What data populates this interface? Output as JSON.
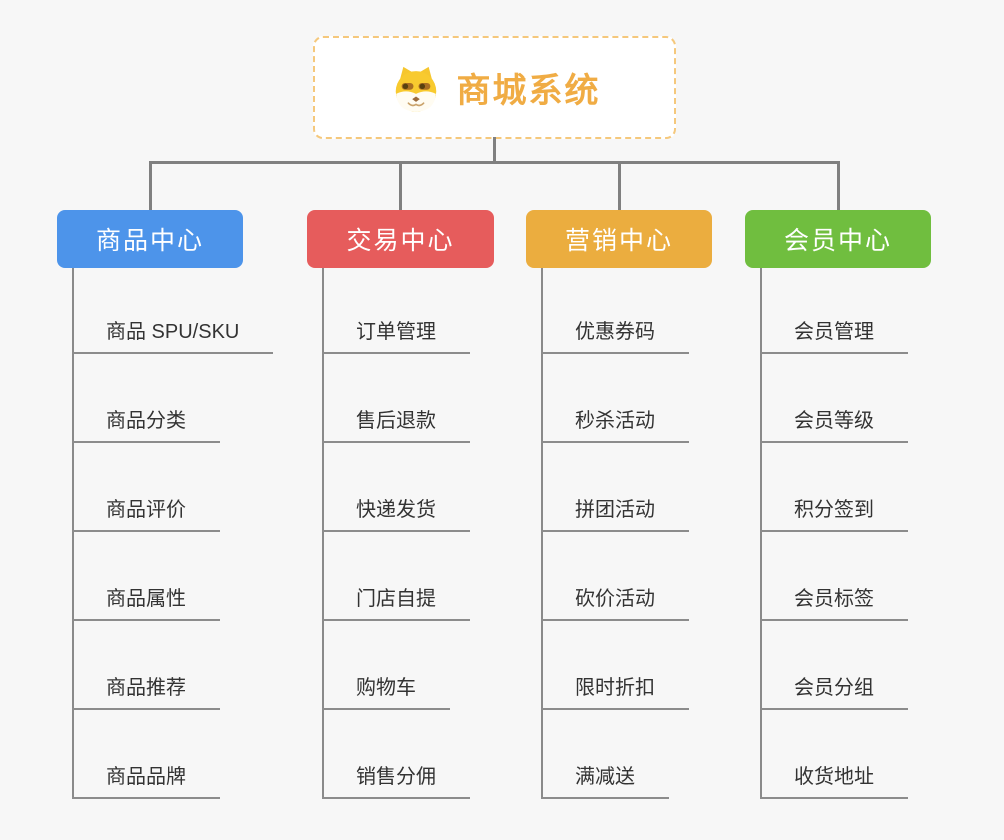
{
  "root": {
    "title": "商城系统",
    "icon": "dog-face-icon"
  },
  "branches": [
    {
      "label": "商品中心",
      "color": "#4d94ea",
      "items": [
        "商品 SPU/SKU",
        "商品分类",
        "商品评价",
        "商品属性",
        "商品推荐",
        "商品品牌"
      ]
    },
    {
      "label": "交易中心",
      "color": "#e65c5c",
      "items": [
        "订单管理",
        "售后退款",
        "快递发货",
        "门店自提",
        "购物车",
        "销售分佣"
      ]
    },
    {
      "label": "营销中心",
      "color": "#ebad3f",
      "items": [
        "优惠券码",
        "秒杀活动",
        "拼团活动",
        "砍价活动",
        "限时折扣",
        "满减送"
      ]
    },
    {
      "label": "会员中心",
      "color": "#70be3f",
      "items": [
        "会员管理",
        "会员等级",
        "积分签到",
        "会员标签",
        "会员分组",
        "收货地址"
      ]
    }
  ],
  "style": {
    "background": "#f7f7f7",
    "connector_color": "#808080",
    "underline_color": "#8c8c8c",
    "root_text_color": "#f0ac44",
    "root_border_color": "#f5c87c",
    "leaf_text_color": "#333333"
  }
}
